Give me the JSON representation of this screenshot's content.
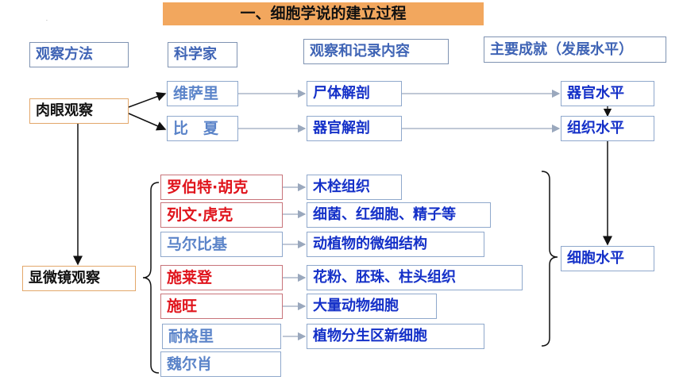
{
  "title": "一、细胞学说的建立过程",
  "headers": {
    "method": "观察方法",
    "scientist": "科学家",
    "content": "观察和记录内容",
    "achievement": "主要成就（发展水平）"
  },
  "methods": {
    "naked_eye": "肉眼观察",
    "microscope": "显微镜观察"
  },
  "naked_eye_rows": [
    {
      "scientist": "维萨里",
      "content": "尸体解剖",
      "level": "器官水平"
    },
    {
      "scientist": "比　夏",
      "content": "器官解剖",
      "level": "组织水平"
    }
  ],
  "microscope_rows": [
    {
      "scientist": "罗伯特·胡克",
      "content": "木栓组织"
    },
    {
      "scientist": "列文·虎克",
      "content": "细菌、红细胞、精子等"
    },
    {
      "scientist": "马尔比基",
      "content": "动植物的微细结构"
    },
    {
      "scientist": "施莱登",
      "content": "花粉、胚珠、柱头组织"
    },
    {
      "scientist": "施旺",
      "content": "大量动物细胞"
    },
    {
      "scientist": "耐格里",
      "content": "植物分生区新细胞"
    },
    {
      "scientist": "魏尔肖",
      "content": ""
    }
  ],
  "cell_level": "细胞水平",
  "colors": {
    "title_bg": "#f2a75e",
    "header_text": "#3f64b5",
    "scientist_blue": "#5b84c9",
    "scientist_red": "#e0141c",
    "content_text": "#1430c8",
    "method_border": "#e3a76a"
  }
}
